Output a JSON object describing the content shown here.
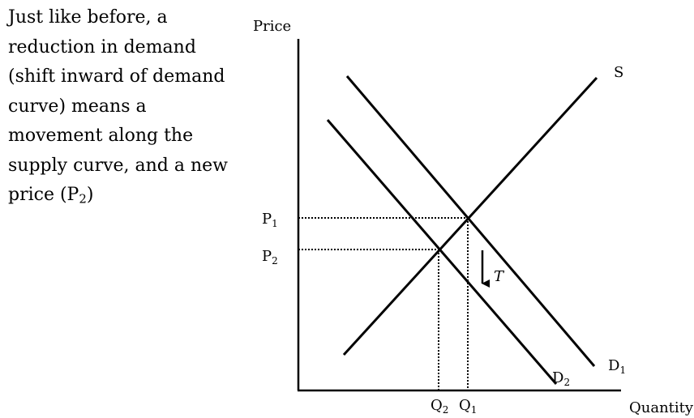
{
  "caption": {
    "lines": [
      "Just like before, a",
      "reduction in demand",
      "(shift inward of demand",
      "curve) means a",
      "movement along the",
      "supply curve, and a new"
    ],
    "last_line": {
      "prefix": "price (P",
      "sub": "2",
      "suffix": ")"
    }
  },
  "diagram": {
    "y_axis_label": "Price",
    "x_axis_label": "Quantity",
    "supply_label": "S",
    "demand1": {
      "base": "D",
      "sub": "1"
    },
    "demand2": {
      "base": "D",
      "sub": "2"
    },
    "p1": {
      "base": "P",
      "sub": "1"
    },
    "p2": {
      "base": "P",
      "sub": "2"
    },
    "q1": {
      "base": "Q",
      "sub": "1"
    },
    "q2": {
      "base": "Q",
      "sub": "2"
    },
    "shift_label": "T"
  }
}
